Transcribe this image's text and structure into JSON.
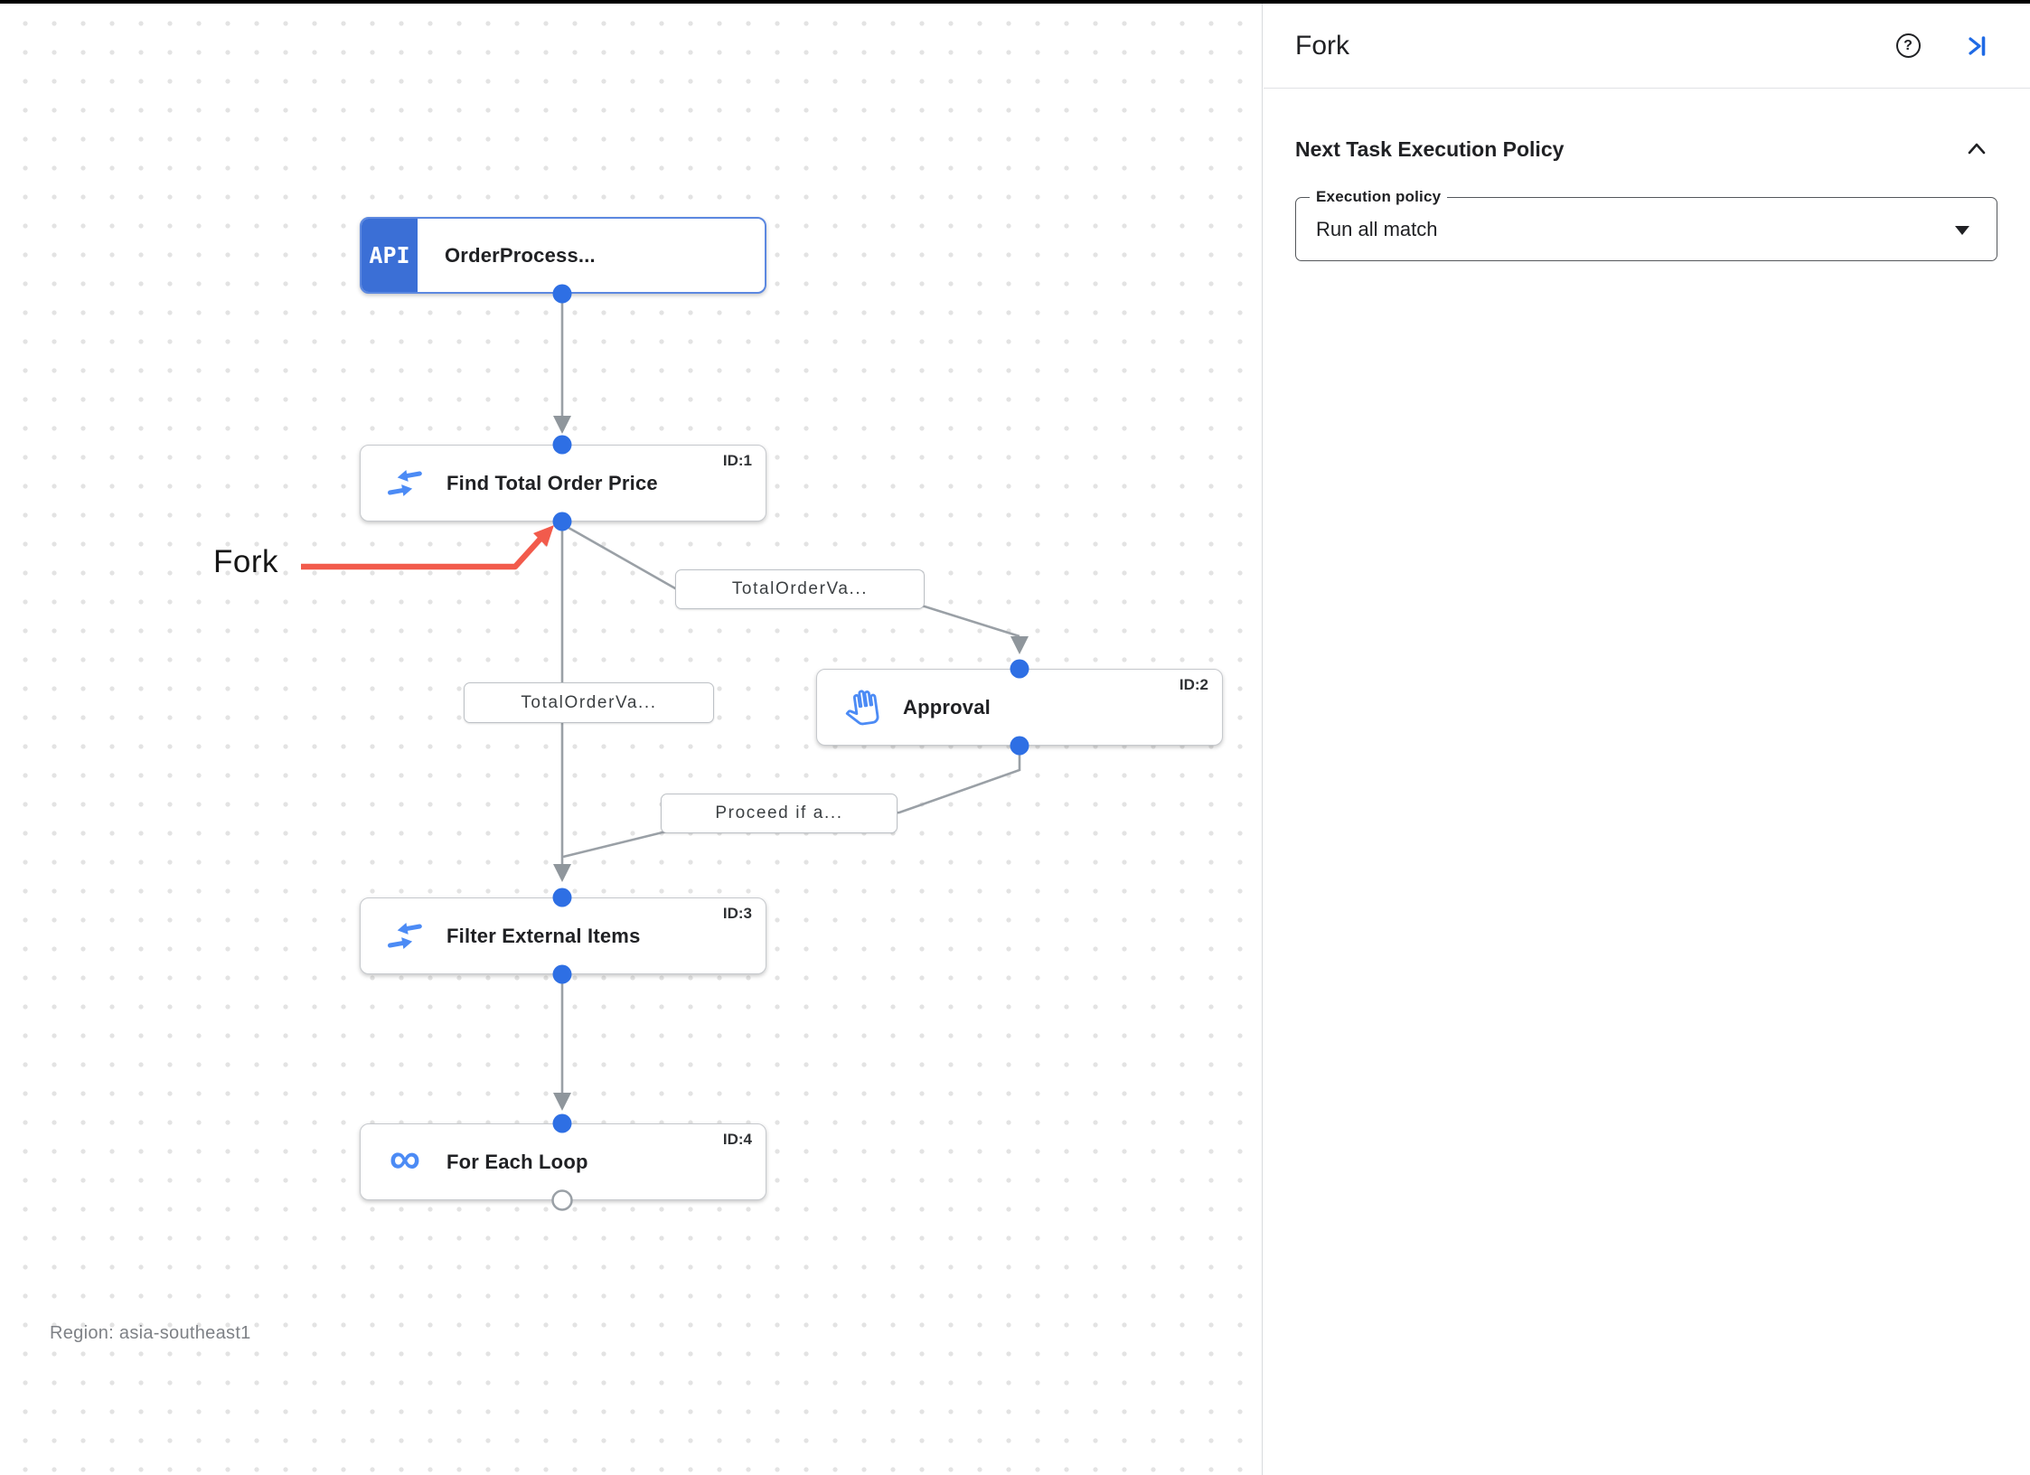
{
  "colors": {
    "accent_blue": "#1a73e8",
    "node_icon_blue": "#4c8bf5",
    "api_badge_blue": "#3b6fd6",
    "selected_node_border": "#5c88e0",
    "connector_gray": "#9aa0a6",
    "connection_dot_blue": "#2e6fe4",
    "annotation_red": "#f25b4c"
  },
  "canvas": {
    "region_label": "Region: asia-southeast1",
    "annotation": {
      "label": "Fork"
    },
    "nodes": [
      {
        "title": "OrderProcess...",
        "id_label": "",
        "icon": "api-badge",
        "badge": "API"
      },
      {
        "title": "Find Total Order Price",
        "id_label": "ID:1",
        "icon": "merge-icon"
      },
      {
        "title": "Approval",
        "id_label": "ID:2",
        "icon": "hand-icon"
      },
      {
        "title": "Filter External Items",
        "id_label": "ID:3",
        "icon": "merge-icon"
      },
      {
        "title": "For Each Loop",
        "id_label": "ID:4",
        "icon": "loop-icon",
        "icon_glyph": "∞"
      }
    ],
    "edge_labels": [
      {
        "text": "TotalOrderVa..."
      },
      {
        "text": "TotalOrderVa..."
      },
      {
        "text": "Proceed if a..."
      }
    ]
  },
  "panel": {
    "title": "Fork",
    "help_glyph": "?",
    "section": {
      "heading": "Next Task Execution Policy"
    },
    "field": {
      "label": "Execution policy",
      "value": "Run all match"
    }
  }
}
